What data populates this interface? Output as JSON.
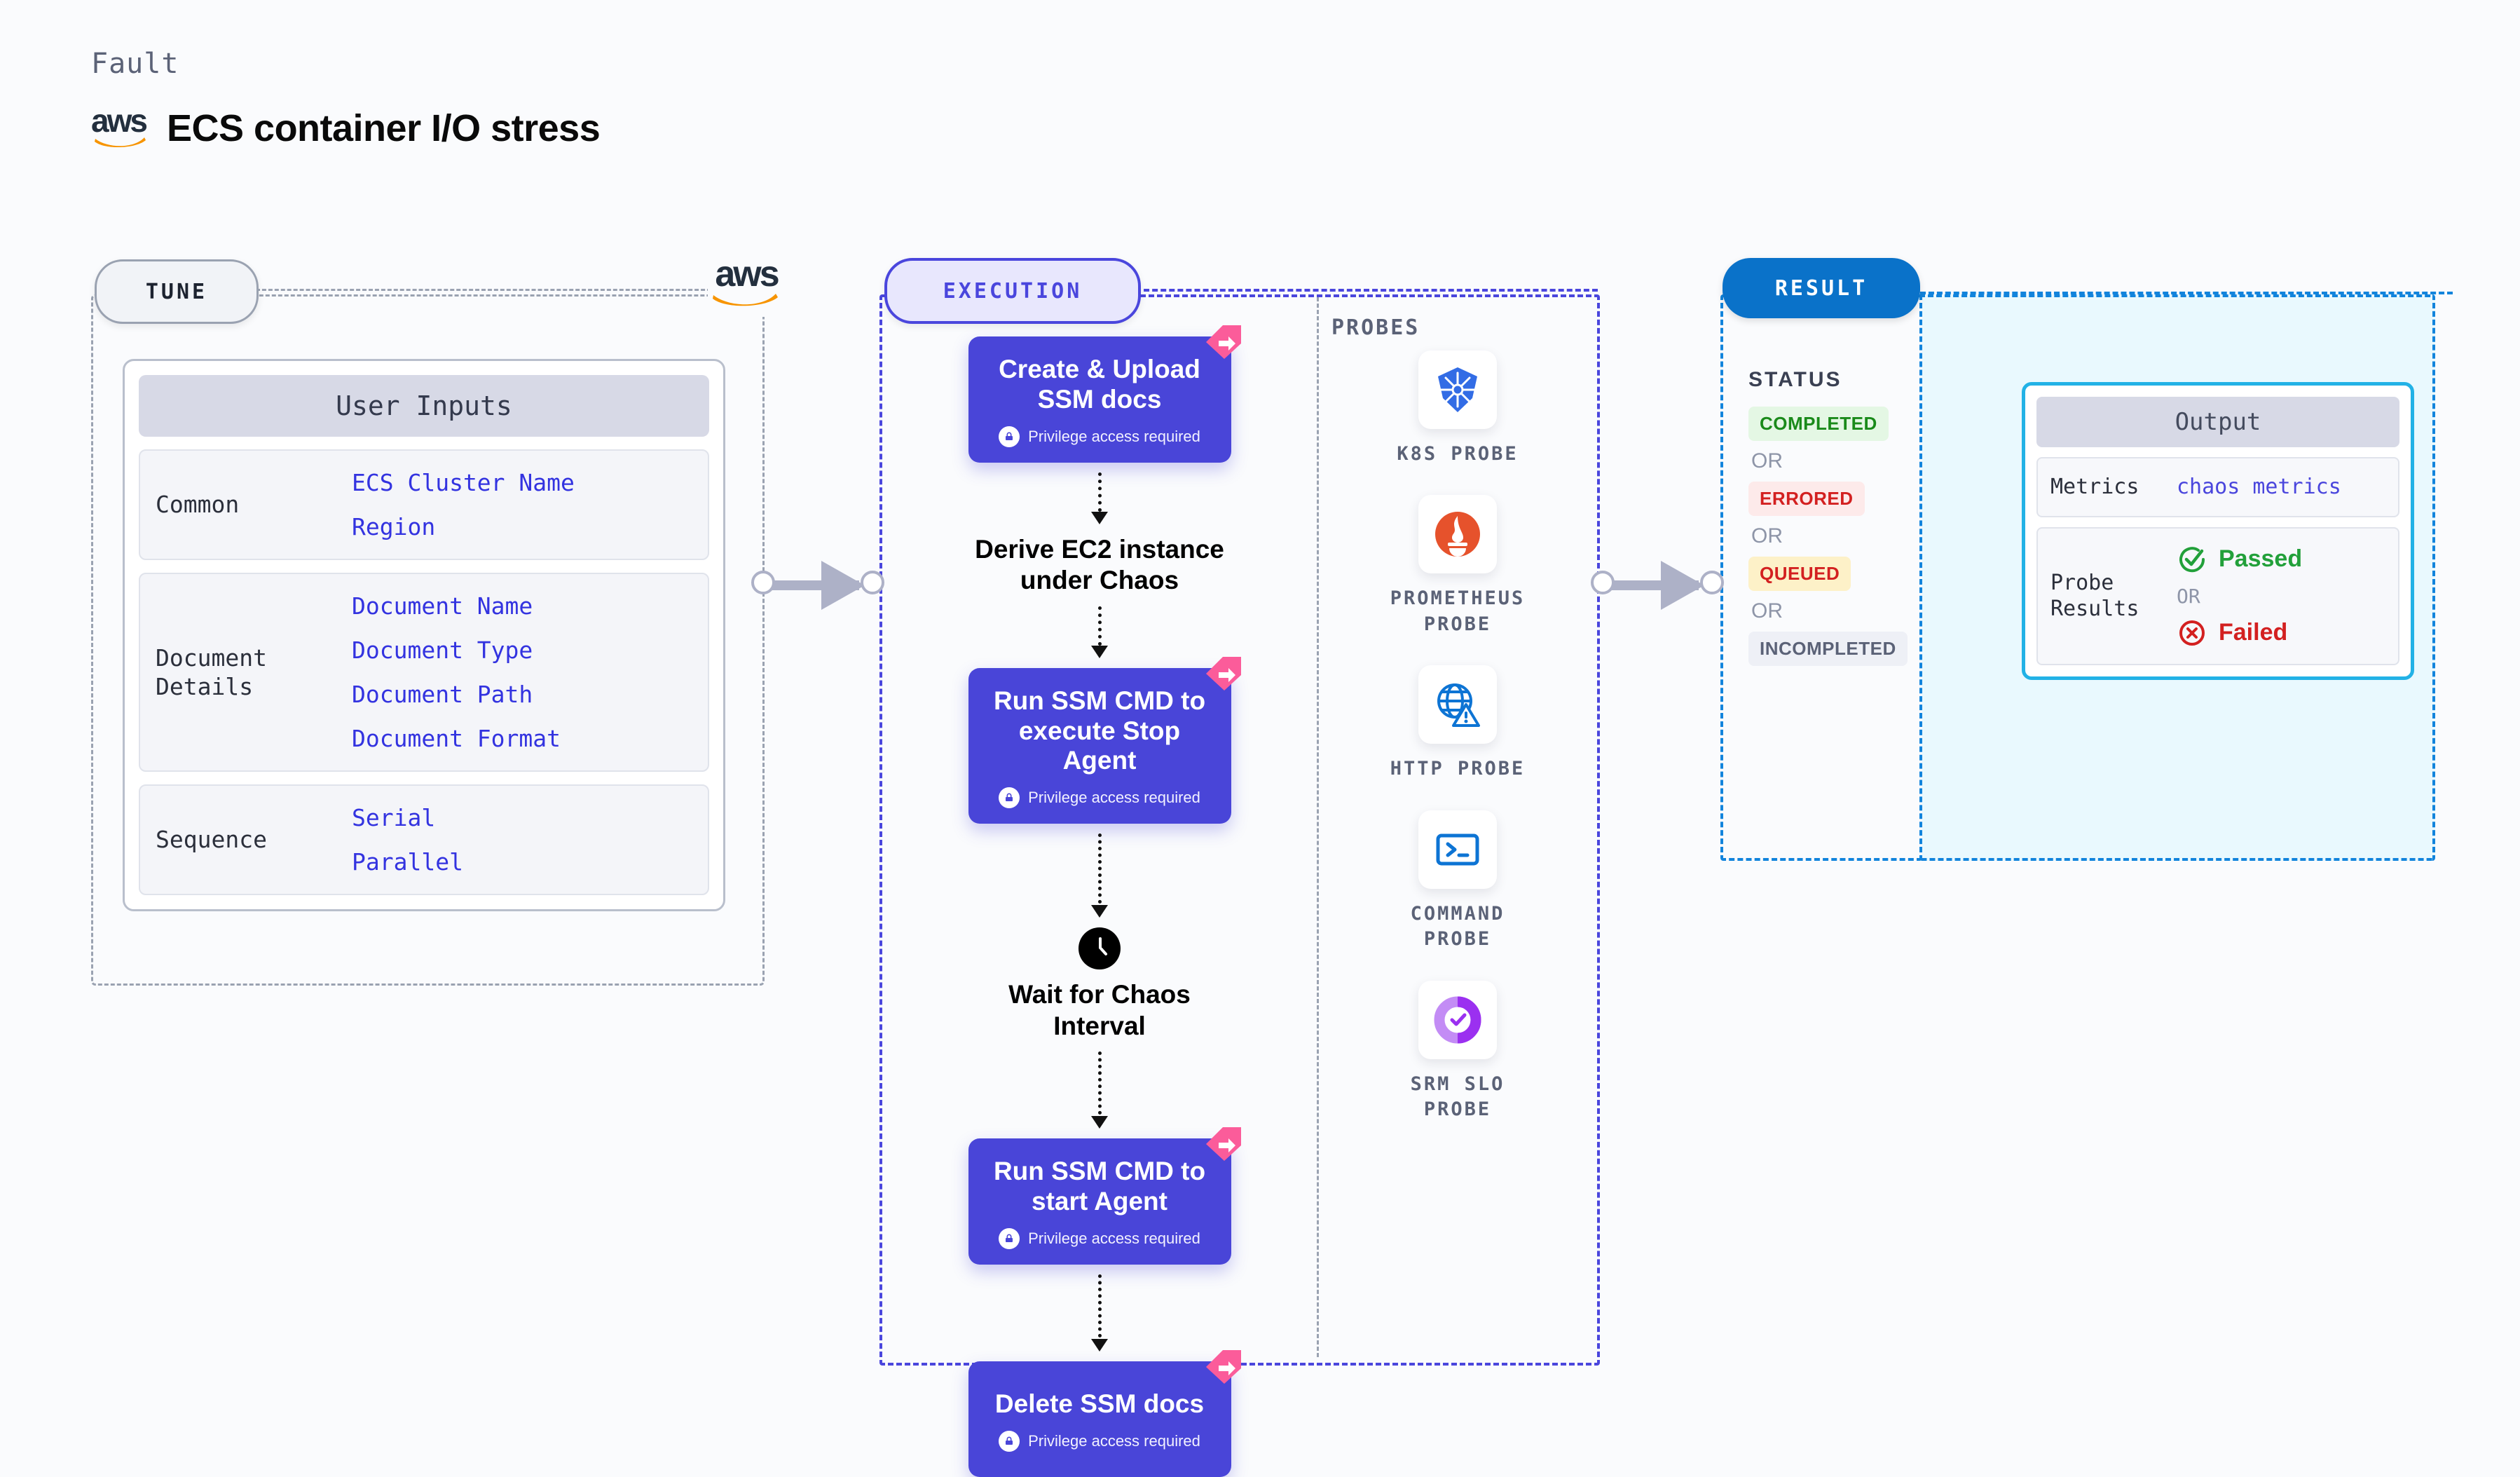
{
  "header": {
    "kicker": "Fault",
    "title": "ECS container I/O stress",
    "logo": "aws-logo"
  },
  "tune": {
    "pill": "TUNE",
    "logo": "aws-logo",
    "card_title": "User Inputs",
    "groups": [
      {
        "label": "Common",
        "values": [
          "ECS Cluster Name",
          "Region"
        ]
      },
      {
        "label": "Document\nDetails",
        "values": [
          "Document Name",
          "Document Type",
          "Document Path",
          "Document Format"
        ]
      },
      {
        "label": "Sequence",
        "values": [
          "Serial",
          "Parallel"
        ]
      }
    ]
  },
  "execution": {
    "pill": "EXECUTION",
    "privilege_note": "Privilege access required",
    "steps": [
      {
        "type": "box",
        "label": "Create & Upload SSM docs",
        "privileged": true
      },
      {
        "type": "plain",
        "label": "Derive EC2 instance under Chaos",
        "icon": ""
      },
      {
        "type": "box",
        "label": "Run SSM CMD to execute Stop Agent",
        "privileged": true
      },
      {
        "type": "plain",
        "label": "Wait for Chaos Interval",
        "icon": "clock-icon"
      },
      {
        "type": "box",
        "label": "Run SSM CMD to start Agent",
        "privileged": true
      },
      {
        "type": "box",
        "label": "Delete SSM docs",
        "privileged": true
      }
    ]
  },
  "probes": {
    "label": "PROBES",
    "items": [
      {
        "name": "K8S PROBE",
        "icon": "kubernetes-icon"
      },
      {
        "name": "PROMETHEUS PROBE",
        "icon": "prometheus-icon"
      },
      {
        "name": "HTTP PROBE",
        "icon": "globe-warning-icon"
      },
      {
        "name": "COMMAND PROBE",
        "icon": "terminal-icon"
      },
      {
        "name": "SRM SLO PROBE",
        "icon": "slo-donut-icon"
      }
    ]
  },
  "result": {
    "pill": "RESULT",
    "status_label": "STATUS",
    "or_label": "OR",
    "statuses": [
      {
        "text": "COMPLETED",
        "bg": "#e4f7e4",
        "fg": "#1a8a1a"
      },
      {
        "text": "ERRORED",
        "bg": "#fdeaea",
        "fg": "#d32020"
      },
      {
        "text": "QUEUED",
        "bg": "#fdf1c8",
        "fg": "#d32020"
      },
      {
        "text": "INCOMPLETED",
        "bg": "#eef0f6",
        "fg": "#5b6277"
      }
    ],
    "output": {
      "title": "Output",
      "metrics_label": "Metrics",
      "metrics_value": "chaos metrics",
      "probe_results_label": "Probe\nResults",
      "passed": "Passed",
      "failed": "Failed",
      "or_label": "OR"
    }
  },
  "colors": {
    "accent_purple": "#4945d8",
    "accent_blue": "#1284dc",
    "result_pill": "#0a72c9",
    "exec_bg": "#e4e3fb",
    "output_bg": "#e9f9fe",
    "ribbon_pink": "#fb5c9a"
  }
}
